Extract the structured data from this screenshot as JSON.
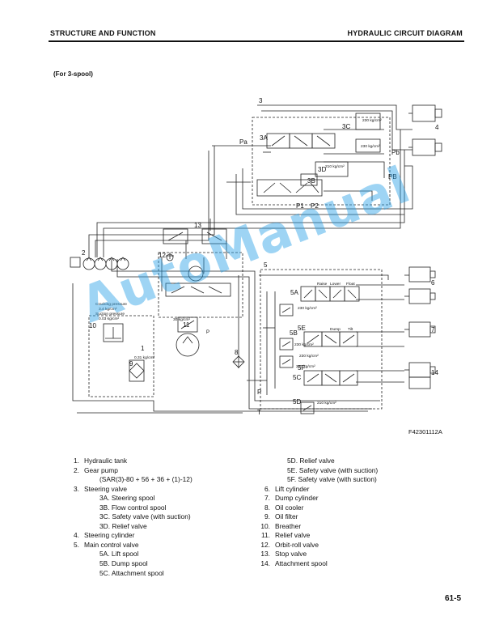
{
  "header": {
    "left": "STRUCTURE AND FUNCTION",
    "right": "HYDRAULIC CIRCUIT DIAGRAM"
  },
  "subtitle": "(For 3-spool)",
  "diagram": {
    "labels": {
      "l3": "3",
      "l4": "4",
      "l3a": "3A",
      "l3b": "3B",
      "l3c": "3C",
      "l3d": "3D",
      "pa": "Pa",
      "pb": "Pb",
      "pB": "PB",
      "p1": "P1",
      "p2": "P2",
      "l2": "2",
      "l12": "12",
      "l13": "13",
      "l5": "5",
      "l5a": "5A",
      "l5b": "5B",
      "l5c": "5C",
      "l5d": "5D",
      "l5e": "5E",
      "l5f": "5F",
      "l6": "6",
      "l7": "7",
      "l14": "14",
      "l8": "8",
      "l10": "10",
      "l11": "11",
      "l9": "9",
      "l1": "1",
      "p": "P",
      "t": "T",
      "p_small": "P"
    },
    "annotations": {
      "v230a": "230 kg/cm²",
      "v230b": "230 kg/cm²",
      "v210a": "210 kg/cm²",
      "v230c": "230 kg/cm²",
      "v230d": "230 kg/cm²",
      "v230e": "230 kg/cm²",
      "v230f": "230 kg/cm²",
      "v210b": "210 kg/cm²",
      "v30": "30 kg/cm²",
      "v031": "0.31 kg/cm²",
      "cracking_label": "Cracking pressure",
      "cracking_value": "3.4 kg/cm²",
      "suction_label": "Suction pressure",
      "suction_value": "0.03 kg/cm²",
      "raise": "Raise",
      "lower": "Lower",
      "float": "Float",
      "dump": "Dump",
      "tilt": "Tilt"
    }
  },
  "figure_id": "F42301112A",
  "legend_left": [
    {
      "num": "1.",
      "text": "Hydraulic tank",
      "indent": 0
    },
    {
      "num": "2.",
      "text": "Gear pump",
      "indent": 0
    },
    {
      "num": "",
      "text": "(SAR(3)-80 + 56 + 36 + (1)-12)",
      "indent": 1
    },
    {
      "num": "3.",
      "text": "Steering valve",
      "indent": 0
    },
    {
      "num": "",
      "text": "3A.  Steering spool",
      "indent": 1
    },
    {
      "num": "",
      "text": "3B.  Flow control spool",
      "indent": 1
    },
    {
      "num": "",
      "text": "3C.  Safety valve (with suction)",
      "indent": 1
    },
    {
      "num": "",
      "text": "3D.  Relief valve",
      "indent": 1
    },
    {
      "num": "4.",
      "text": "Steering cylinder",
      "indent": 0
    },
    {
      "num": "5.",
      "text": "Main control valve",
      "indent": 0
    },
    {
      "num": "",
      "text": "5A.  Lift spool",
      "indent": 1
    },
    {
      "num": "",
      "text": "5B.  Dump spool",
      "indent": 1
    },
    {
      "num": "",
      "text": "5C.  Attachment spool",
      "indent": 1
    }
  ],
  "legend_right": [
    {
      "num": "",
      "text": "5D.  Relief valve",
      "indent": 2
    },
    {
      "num": "",
      "text": "5E.  Safety valve (with suction)",
      "indent": 2
    },
    {
      "num": "",
      "text": "5F.  Safety valve (with suction)",
      "indent": 2
    },
    {
      "num": "6.",
      "text": "Lift cylinder",
      "indent": 0
    },
    {
      "num": "7.",
      "text": "Dump cylinder",
      "indent": 0
    },
    {
      "num": "8.",
      "text": "Oil cooler",
      "indent": 0
    },
    {
      "num": "9.",
      "text": "Oil filter",
      "indent": 0
    },
    {
      "num": "10.",
      "text": "Breather",
      "indent": 0
    },
    {
      "num": "11.",
      "text": "Relief valve",
      "indent": 0
    },
    {
      "num": "12.",
      "text": "Orbit-roll valve",
      "indent": 0
    },
    {
      "num": "13.",
      "text": "Stop valve",
      "indent": 0
    },
    {
      "num": "14.",
      "text": "Attachment spool",
      "indent": 0
    }
  ],
  "page_number": "61-5",
  "watermark": "AutoManual",
  "colors": {
    "ink": "#111111",
    "watermark": "#28a0e6"
  }
}
